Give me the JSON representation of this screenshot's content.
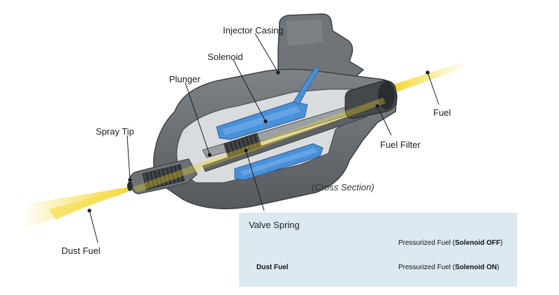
{
  "labels": {
    "injector_casing": "Injector Casing",
    "solenoid": "Solenoid",
    "plunger": "Plunger",
    "spray_tip": "Spray Tip",
    "fuel": "Fuel",
    "fuel_filter": "Fuel Filter",
    "valve_spring": "Valve Spring",
    "dust_fuel": "Dust Fuel",
    "cross_section": "(Cross Section)"
  },
  "legend": {
    "title": "Valve Spring",
    "off_prefix": "Pressurized Fuel  (",
    "off_state": "Solenoid OFF",
    "on_prefix": "Pressurized Fuel  (",
    "on_state": "Solenoid ON",
    "suffix": ")",
    "dust_fuel": "Dust Fuel"
  },
  "colors": {
    "casing": "#6b7175",
    "casing_dark": "#4a4f53",
    "casing_light": "#8d9397",
    "interior": "#e6e8e9",
    "solenoid": "#4a90d9",
    "fuel_spray": "#f2d21c",
    "legend_bg": "#dbe9f1"
  }
}
